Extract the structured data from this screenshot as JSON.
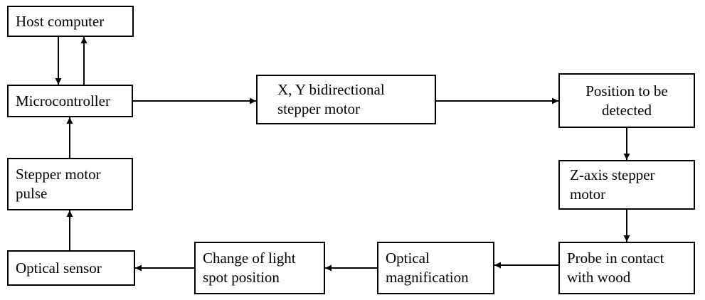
{
  "nodes": {
    "host": {
      "lines": [
        "Host computer"
      ]
    },
    "micro": {
      "lines": [
        "Microcontroller"
      ]
    },
    "xy": {
      "lines": [
        "X, Y bidirectional",
        "stepper motor"
      ]
    },
    "pos": {
      "lines": [
        "Position to be",
        "detected"
      ]
    },
    "zaxis": {
      "lines": [
        "Z-axis stepper",
        "motor"
      ]
    },
    "probe": {
      "lines": [
        "Probe in contact",
        "with wood"
      ]
    },
    "optmag": {
      "lines": [
        "Optical",
        "magnification"
      ]
    },
    "light": {
      "lines": [
        "Change of light",
        "spot position"
      ]
    },
    "sensor": {
      "lines": [
        "Optical sensor"
      ]
    },
    "pulse": {
      "lines": [
        "Stepper motor",
        "pulse"
      ]
    }
  },
  "edges": [
    {
      "from": "host",
      "to": "micro"
    },
    {
      "from": "micro",
      "to": "host"
    },
    {
      "from": "micro",
      "to": "xy"
    },
    {
      "from": "xy",
      "to": "pos"
    },
    {
      "from": "pos",
      "to": "zaxis"
    },
    {
      "from": "zaxis",
      "to": "probe"
    },
    {
      "from": "probe",
      "to": "optmag"
    },
    {
      "from": "optmag",
      "to": "light"
    },
    {
      "from": "light",
      "to": "sensor"
    },
    {
      "from": "sensor",
      "to": "pulse"
    },
    {
      "from": "pulse",
      "to": "micro"
    }
  ],
  "colors": {
    "stroke": "#000000",
    "fill": "#ffffff"
  }
}
